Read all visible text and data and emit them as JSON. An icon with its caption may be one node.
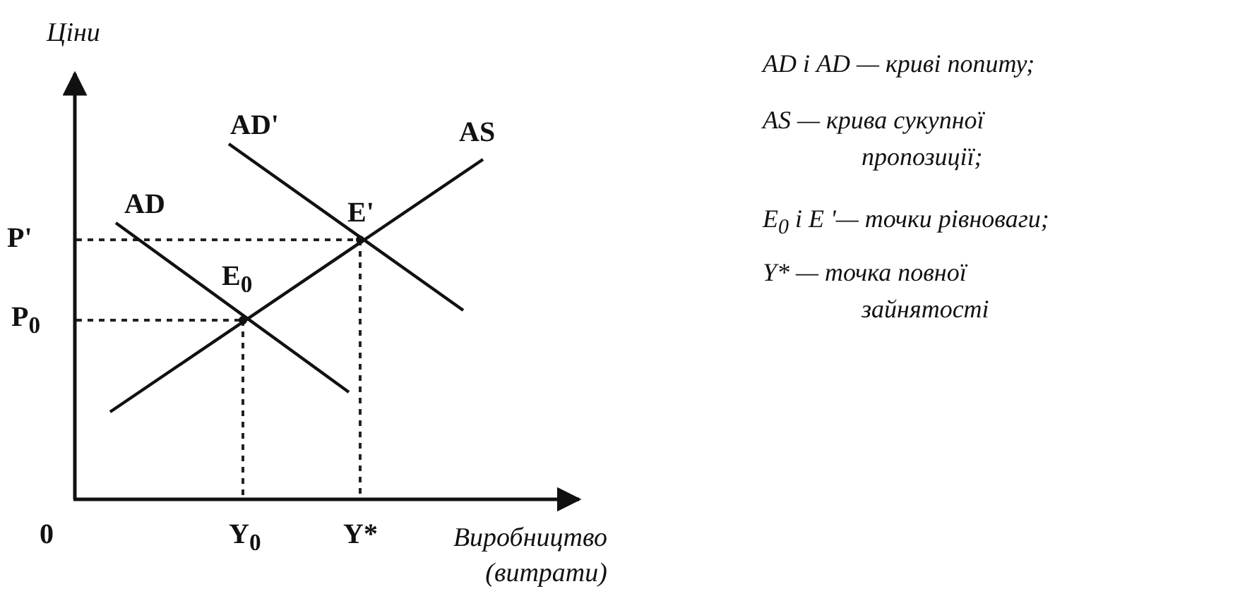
{
  "diagram": {
    "labels": [
      "Ціни",
      "AD'",
      "AS",
      "AD",
      "E'",
      "P'",
      "E$_{0}$",
      "P$_{0}$",
      "0",
      "Y$_{0}$",
      "Y*",
      "Виробництво (витрати)",
      "AD і AD — криві попиту;",
      "AS — крива сукупної пропозиції;",
      "E$_{0}$ і E '— точки рівноваги;",
      "Y* — точка повної зайнятості"
    ]
  }
}
